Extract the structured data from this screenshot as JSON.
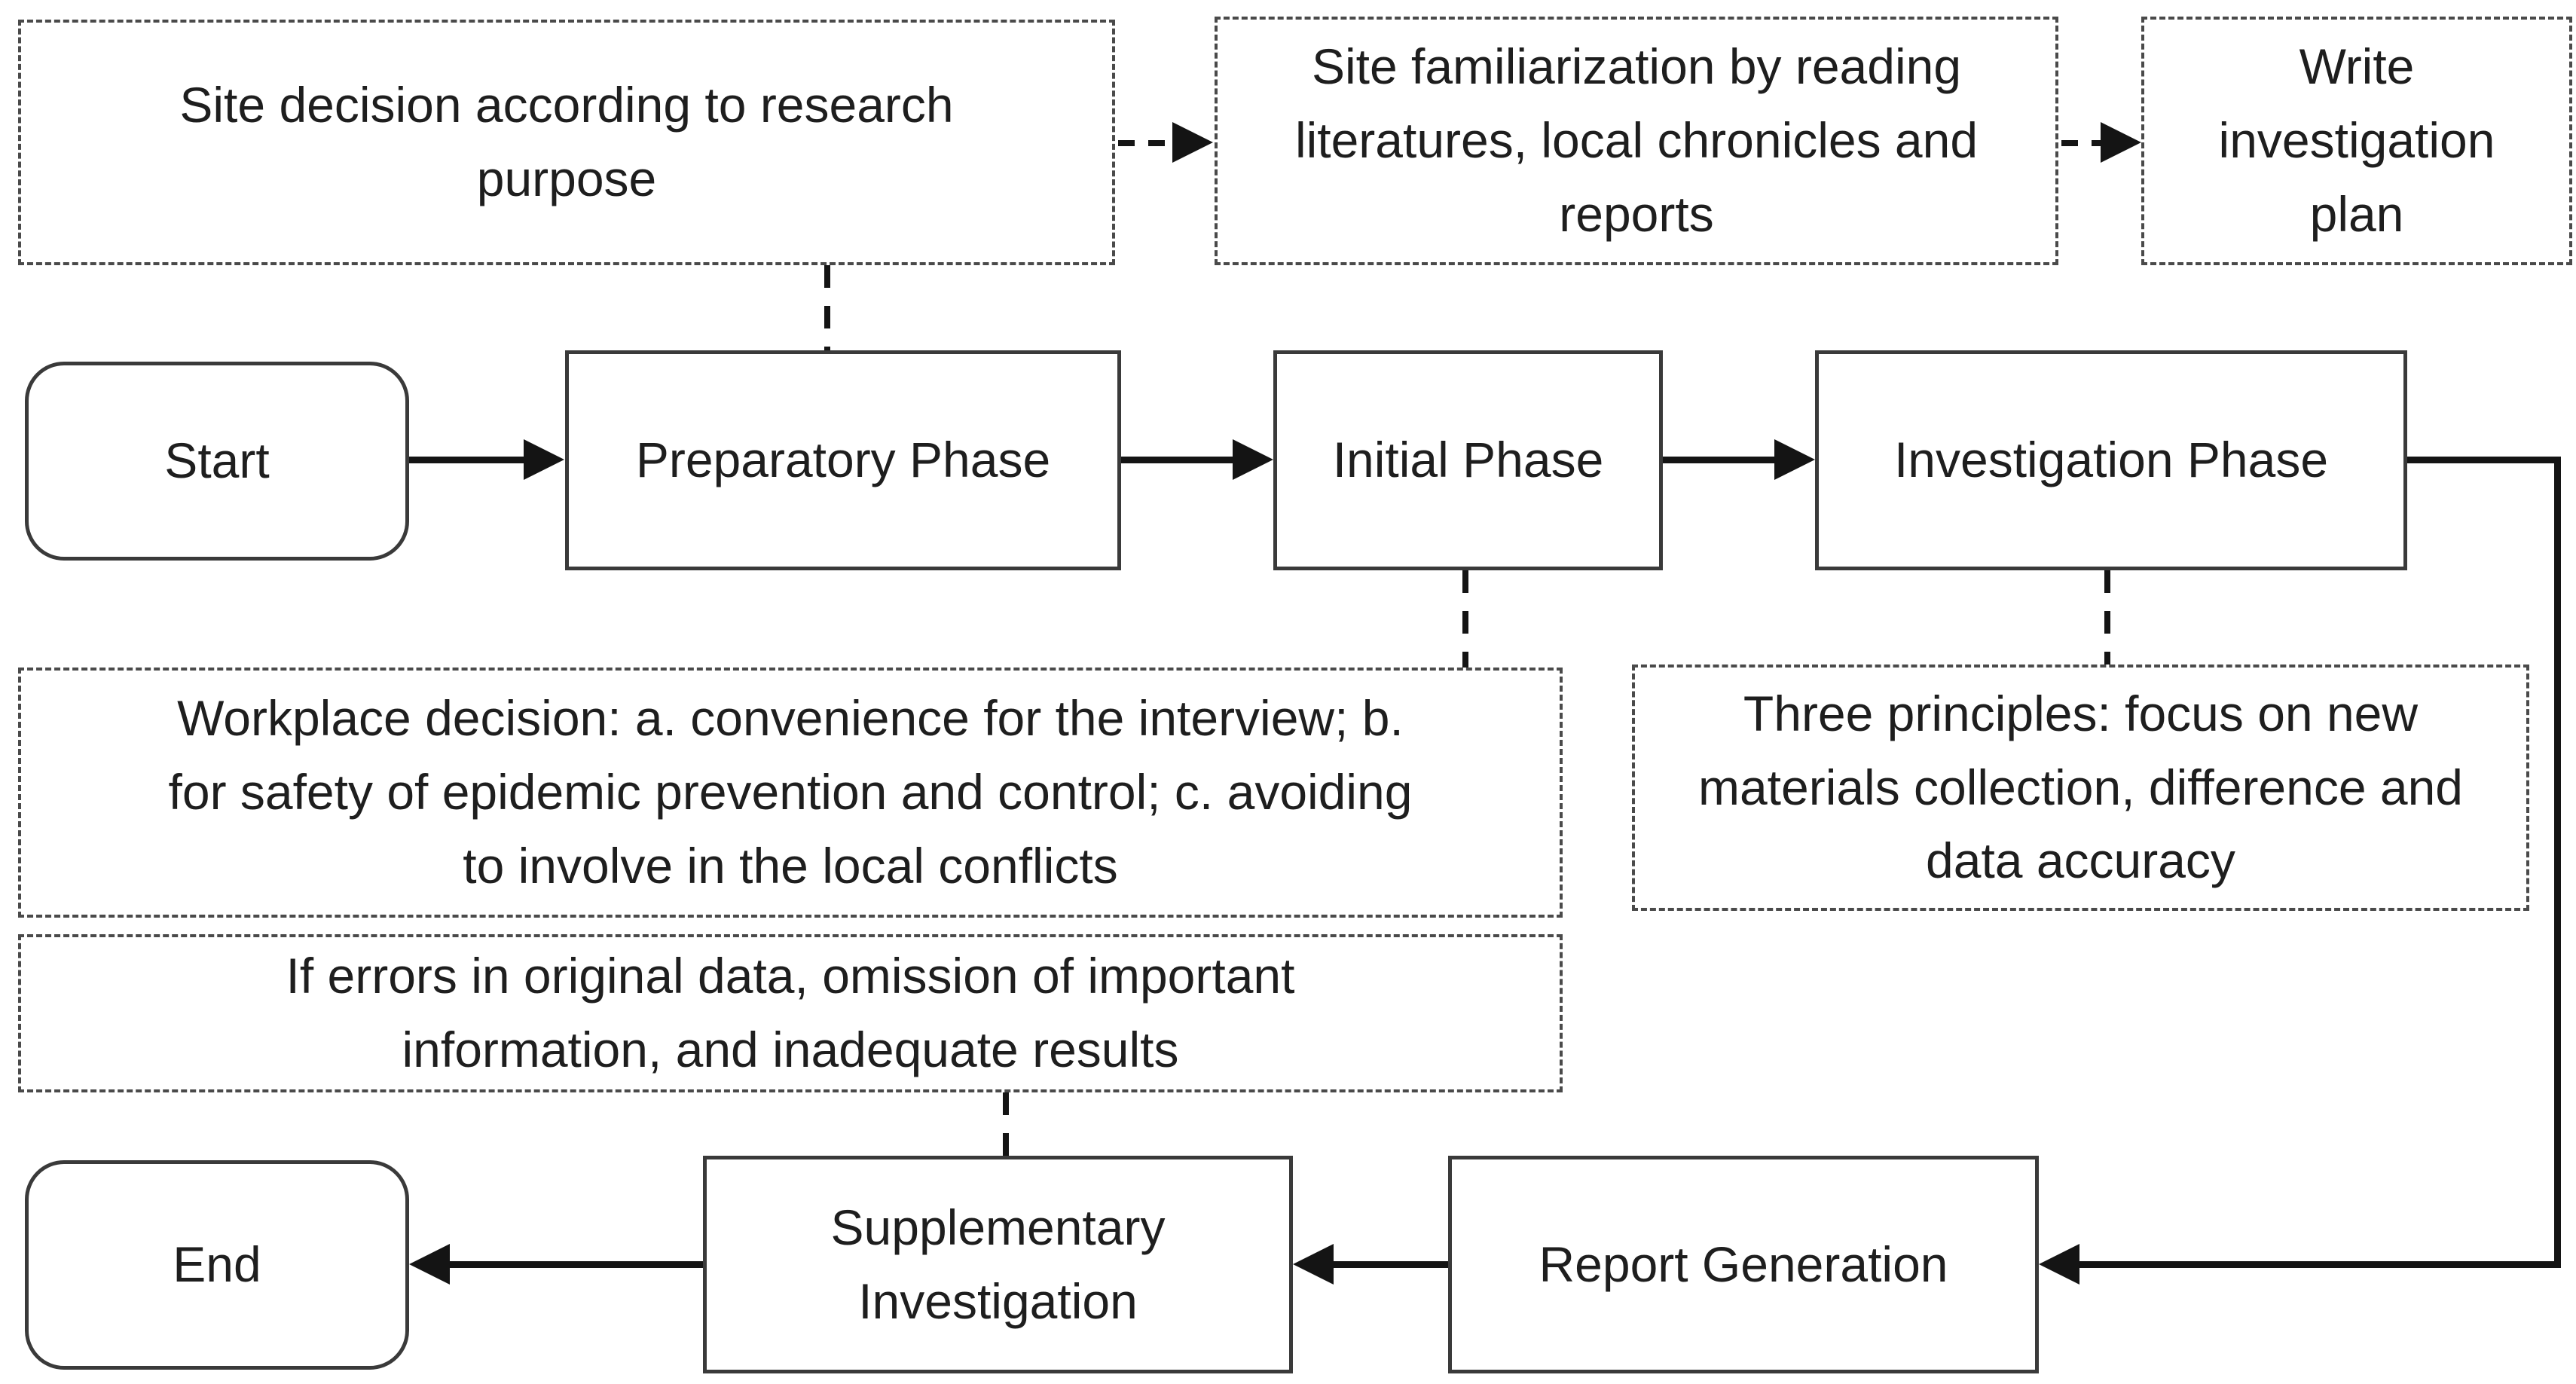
{
  "diagram": {
    "colors": {
      "background": "#ffffff",
      "ink": "#141414",
      "box_border": "#3a3a3a"
    },
    "nodes": {
      "site_decision": {
        "lines": [
          "Site decision according to research",
          "purpose"
        ]
      },
      "site_familiarization": {
        "lines": [
          "Site familiarization by reading",
          "literatures, local chronicles and",
          "reports"
        ]
      },
      "write_plan": {
        "lines": [
          "Write",
          "investigation",
          "plan"
        ]
      },
      "start": {
        "lines": [
          "Start"
        ]
      },
      "preparatory": {
        "lines": [
          "Preparatory Phase"
        ]
      },
      "initial": {
        "lines": [
          "Initial Phase"
        ]
      },
      "investigation": {
        "lines": [
          "Investigation Phase"
        ]
      },
      "workplace": {
        "lines": [
          "Workplace decision: a. convenience for the interview; b.",
          "for safety of epidemic prevention and control; c. avoiding",
          "to involve in the local conflicts"
        ]
      },
      "principles": {
        "lines": [
          "Three principles: focus on new",
          "materials collection, difference and",
          "data accuracy"
        ]
      },
      "errors": {
        "lines": [
          "If errors in original data, omission of important",
          "information, and inadequate results"
        ]
      },
      "supplementary": {
        "lines": [
          "Supplementary",
          "Investigation"
        ]
      },
      "report": {
        "lines": [
          "Report Generation"
        ]
      },
      "end": {
        "lines": [
          "End"
        ]
      }
    },
    "edges": [
      {
        "from": "site_decision",
        "to": "site_familiarization",
        "style": "dashed-arrow"
      },
      {
        "from": "site_familiarization",
        "to": "write_plan",
        "style": "dashed-arrow"
      },
      {
        "from": "site_decision",
        "to": "preparatory",
        "style": "dashed-line"
      },
      {
        "from": "start",
        "to": "preparatory",
        "style": "solid-arrow"
      },
      {
        "from": "preparatory",
        "to": "initial",
        "style": "solid-arrow"
      },
      {
        "from": "initial",
        "to": "investigation",
        "style": "solid-arrow"
      },
      {
        "from": "initial",
        "to": "workplace",
        "style": "dashed-line"
      },
      {
        "from": "investigation",
        "to": "principles",
        "style": "dashed-line"
      },
      {
        "from": "investigation",
        "to": "report",
        "style": "solid-arrow-elbow"
      },
      {
        "from": "errors",
        "to": "supplementary",
        "style": "dashed-line"
      },
      {
        "from": "report",
        "to": "supplementary",
        "style": "solid-arrow"
      },
      {
        "from": "supplementary",
        "to": "end",
        "style": "solid-arrow"
      }
    ]
  }
}
